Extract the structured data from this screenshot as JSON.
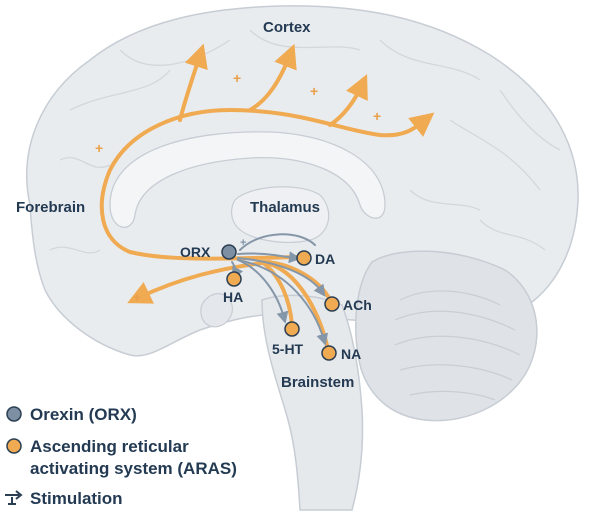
{
  "colors": {
    "aras_orange": "#efaa52",
    "orexin_gray": "#7d8fa3",
    "text_navy": "#233a52",
    "brain_fill": "#e9ecef",
    "brain_outline": "#c7cdd4",
    "arrow_gray": "#8496a8"
  },
  "regions": {
    "cortex": "Cortex",
    "forebrain": "Forebrain",
    "thalamus": "Thalamus",
    "brainstem": "Brainstem"
  },
  "nuclei": {
    "orx": "ORX",
    "da": "DA",
    "ha": "HA",
    "ach": "ACh",
    "ht5": "5-HT",
    "na": "NA"
  },
  "marks": {
    "plus": "+"
  },
  "legend": {
    "orexin": {
      "label": "Orexin (ORX)",
      "icon": "gray-circle"
    },
    "aras": {
      "line1": "Ascending reticular",
      "line2": "activating system (ARAS)",
      "icon": "orange-circle"
    },
    "stimulation": {
      "label": "Stimulation",
      "icon": "stimulation-arrow-icon"
    }
  }
}
